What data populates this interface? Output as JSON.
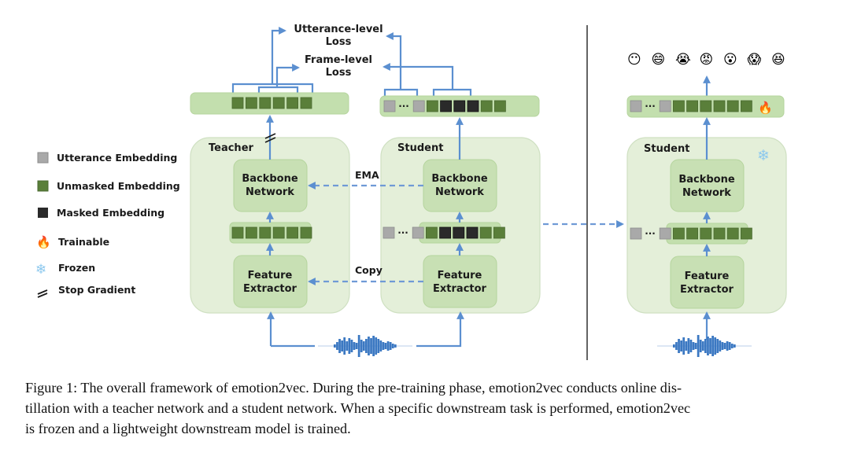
{
  "figure": {
    "legend": [
      {
        "icon": "utterance-embedding-square",
        "label": "Utterance Embedding",
        "color": "#a9a9a9"
      },
      {
        "icon": "unmasked-embedding-square",
        "label": "Unmasked Embedding",
        "color": "#5a7f3a"
      },
      {
        "icon": "masked-embedding-square",
        "label": "Masked Embedding",
        "color": "#2a2a2a"
      },
      {
        "icon": "fire-icon",
        "label": "Trainable",
        "glyph": "🔥"
      },
      {
        "icon": "snowflake-icon",
        "label": "Frozen",
        "glyph": "❄"
      },
      {
        "icon": "stop-gradient-icon",
        "label": "Stop Gradient",
        "glyph": "//"
      }
    ],
    "losses": {
      "utterance_line1": "Utterance-level",
      "utterance_line2": "Loss",
      "frame_line1": "Frame-level",
      "frame_line2": "Loss"
    },
    "teacher": {
      "title": "Teacher",
      "backbone_line1": "Backbone",
      "backbone_line2": "Network",
      "extractor_line1": "Feature",
      "extractor_line2": "Extractor"
    },
    "student": {
      "title": "Student",
      "backbone_line1": "Backbone",
      "backbone_line2": "Network",
      "extractor_line1": "Feature",
      "extractor_line2": "Extractor"
    },
    "downstream_student": {
      "title": "Student",
      "backbone_line1": "Backbone",
      "backbone_line2": "Network",
      "extractor_line1": "Feature",
      "extractor_line2": "Extractor",
      "frozen_glyph": "❄",
      "trainable_glyph": "🔥"
    },
    "edges": {
      "ema": "EMA",
      "copy": "Copy"
    },
    "ellipsis": "···",
    "emotions": [
      "😶",
      "😄",
      "😭",
      "😡",
      "😮",
      "😱",
      "😆"
    ],
    "colors": {
      "panel_fill": "#e4efd9",
      "panel_stroke": "#cfe0c2",
      "box_fill": "#c8e0b4",
      "bar_fill": "#c3dfae",
      "unmasked": "#5a7f3a",
      "masked": "#2a2a2a",
      "utterance": "#a9a9a9",
      "arrow": "#5b8fd0"
    }
  },
  "caption": {
    "line1": "Figure 1: The overall framework of emotion2vec. During the pre-training phase, emotion2vec conducts online dis-",
    "line2": "tillation with a teacher network and a student network. When a specific downstream task is performed, emotion2vec",
    "line3": "is frozen and a lightweight downstream model is trained."
  }
}
